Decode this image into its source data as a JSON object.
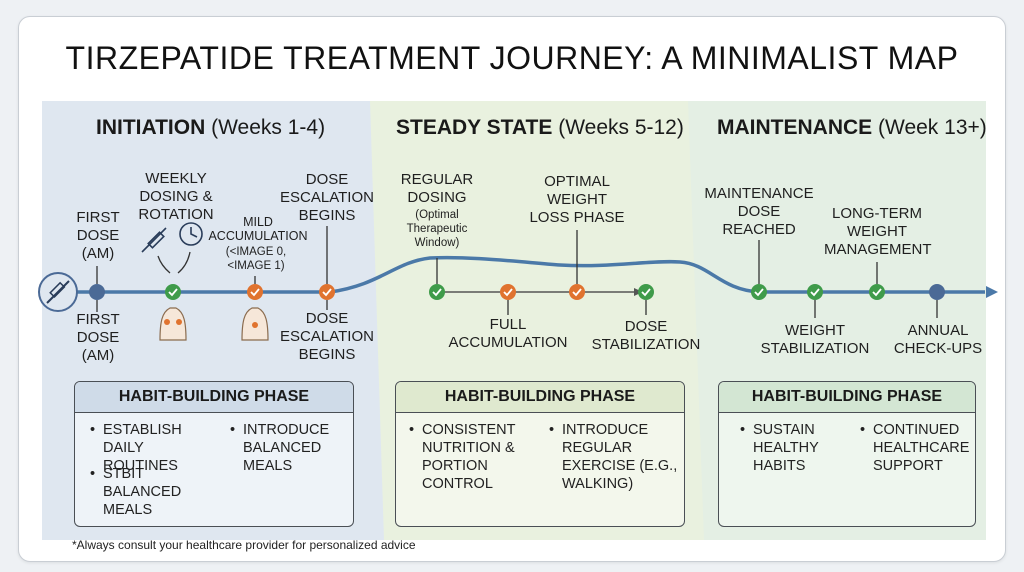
{
  "title": "TIRZEPATIDE TREATMENT JOURNEY: A MINIMALIST MAP",
  "phases": [
    {
      "name": "INITIATION",
      "range": "(Weeks 1-4)"
    },
    {
      "name": "STEADY STATE",
      "range": "(Weeks 5-12)"
    },
    {
      "name": "MAINTENANCE",
      "range": "(Week 13+)"
    }
  ],
  "colors": {
    "initiation_bg": "#dfe7f0",
    "steady_bg": "#e9f1df",
    "maintenance_bg": "#e4efe4",
    "timeline": "#4b79a8",
    "node_green": "#3f9b4a",
    "node_orange": "#e0732f",
    "node_blue": "#4b6a96"
  },
  "milestones": {
    "first_dose_top": "FIRST DOSE (AM)",
    "first_dose_bottom": "FIRST DOSE (AM)",
    "weekly_dosing": "WEEKLY DOSING & ROTATION",
    "mild_accumulation": "MILD ACCUMULATION",
    "mild_accumulation_note": "(<IMAGE 0, <IMAGE 1)",
    "dose_escalation_top": "DOSE ESCALATION BEGINS",
    "dose_escalation_bottom": "DOSE ESCALATION BEGINS",
    "regular_dosing": "REGULAR DOSING",
    "regular_dosing_note": "(Optimal Therapeutic Window)",
    "optimal_weight_loss": "OPTIMAL WEIGHT LOSS PHASE",
    "full_accumulation": "FULL ACCUMULATION",
    "dose_stabilization": "DOSE STABILIZATION",
    "maintenance_dose": "MAINTENANCE DOSE REACHED",
    "long_term": "LONG-TERM WEIGHT MANAGEMENT",
    "weight_stabilization": "WEIGHT STABILIZATION",
    "annual_checkups": "ANNUAL CHECK-UPS"
  },
  "habits": [
    {
      "title": "HABIT-BUILDING PHASE",
      "items": [
        "ESTABLISH DAILY ROUTINES",
        "INTRODUCE BALANCED MEALS",
        "STBIT BALANCED MEALS"
      ]
    },
    {
      "title": "HABIT-BUILDING PHASE",
      "items": [
        "CONSISTENT NUTRITION & PORTION CONTROL",
        "INTRODUCE REGULAR EXERCISE (e.g., WALKING)"
      ]
    },
    {
      "title": "HABIT-BUILDING PHASE",
      "items": [
        "SUSTAIN HEALTHY HABITS",
        "CONTINUED HEALTHCARE SUPPORT"
      ]
    }
  ],
  "icons": [
    "syringe-icon",
    "clock-icon",
    "body-icon",
    "shoe-icon",
    "broccoli-icon",
    "water-glass-icon"
  ],
  "footnote": "*Always consult your healthcare provider for personalized advice"
}
